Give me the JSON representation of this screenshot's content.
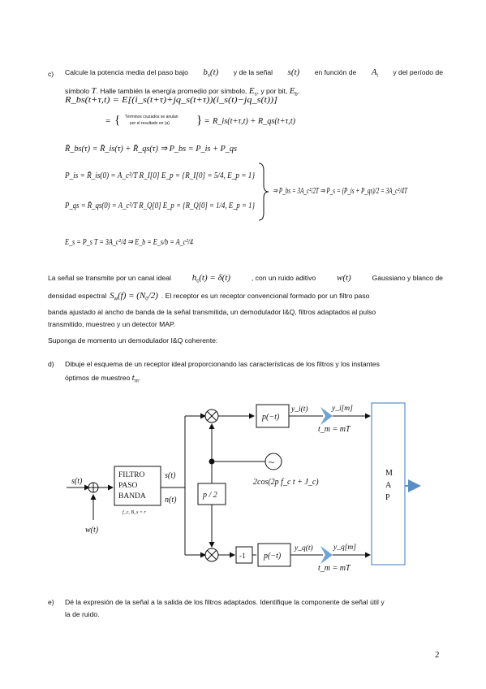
{
  "c": {
    "label": "c)",
    "line1_a": "Calcule la potencia media del paso bajo",
    "sym_b": "b",
    "sub_s": "s",
    "arg_t": "(t)",
    "line1_b": "y de la señal",
    "sym_st": "s(t)",
    "line1_c": "en función de",
    "sym_A": "A",
    "sub_i": "i",
    "line1_d": "y del período de",
    "line2_a": "símbolo",
    "sym_T": "T",
    "line2_b": ". Halle también la energía promedio por símbolo,",
    "sym_E": "E",
    "line2_c": ", y por bit,",
    "sub_b": "b",
    "dot": "."
  },
  "math": {
    "eq1": "R_bs(t+τ,t) = E[(i_s(t+τ)+jq_s(t+τ))(i_s(t)−jq_s(t))]",
    "cross_note_1": "Términos cruzados se anulan",
    "cross_note_2": "por el resultado en (a)",
    "eq2": "R_is(t+τ,t) + R_qs(t+τ,t)",
    "eq3": "R̄_bs(τ) = R̄_is(τ) + R̄_qs(τ) ⇒ P_bs = P_is + P_qs",
    "eq4": "P_is = R̄_is(0) = A_c²/T R_I[0] E_p = {R_I[0] = 5/4, E_p = 1}",
    "eq5": "P_qs = R̄_qs(0) = A_c²/T R_Q[0] E_p = {R_Q[0] = 1/4, E_p = 1}",
    "eq6": "⇒ P_bs = 3A_c²/2T ⇒ P_s = (P_is + P_qs)/2 = 3A_c²/4T",
    "eq7": "E_s = P_s T = 3A_c²/4 ⇒ E_b = E_s/b = A_c²/4"
  },
  "para2": {
    "a": "La señal se transmite por un canal ideal",
    "h": "h",
    "c_sub": "c",
    "h_eq": "(t) = δ(t)",
    "b": ", con un ruido aditivo",
    "w": "w(t)",
    "c": "Gaussiano y blanco de",
    "d": "densidad espectral",
    "S": "S",
    "w_sub": "w",
    "S_eq": "(f) = (N",
    "zero": "0",
    "S_end": "/2)",
    "e": ". El receptor es un receptor convencional formado por un filtro paso",
    "line3": "banda ajustado al ancho de banda de la señal transmitida, un demodulador I&Q, filtros adaptados al pulso",
    "line4": "transmitido, muestreo y un detector MAP."
  },
  "suponga": "Suponga de momento un demodulador I&Q coherente:",
  "d": {
    "label": "d)",
    "line1": "Dibuje el esquema de un receptor ideal proporcionando las características de los filtros y los instantes",
    "line2": "óptimos de muestreo",
    "t": "t",
    "m": "m",
    "dot": "."
  },
  "diagram": {
    "s_in": "s(t)",
    "w_in": "w(t)",
    "filter_l1": "FILTRO",
    "filter_l2": "PASO",
    "filter_l3": "BANDA",
    "filter_sub": "f_c, B_s = r",
    "s_out": "s(t)",
    "n_out": "n(t)",
    "phase": "p / 2",
    "osc": "~",
    "osc_label": "2cos(2p f_c t + J_c)",
    "mf_top": "p(−t)",
    "mf_bottom": "p(−t)",
    "neg": "-1",
    "yi_t": "y_i(t)",
    "yq_t": "y_q(t)",
    "yi_m": "y_i[m]",
    "yq_m": "y_q[m]",
    "tm_top": "t_m = mT",
    "tm_bottom": "t_m = mT",
    "map": [
      "M",
      "A",
      "P"
    ],
    "colors": {
      "map_box": "#5b8ec7",
      "sampler": "#6fa3d6",
      "arrow": "#5b8ec7"
    }
  },
  "e": {
    "label": "e)",
    "line1": "Dé la expresión de la señal a la salida de los filtros adaptados. Identifique la componente de señal útil y",
    "line2": "la de ruido."
  },
  "page_number": "2"
}
